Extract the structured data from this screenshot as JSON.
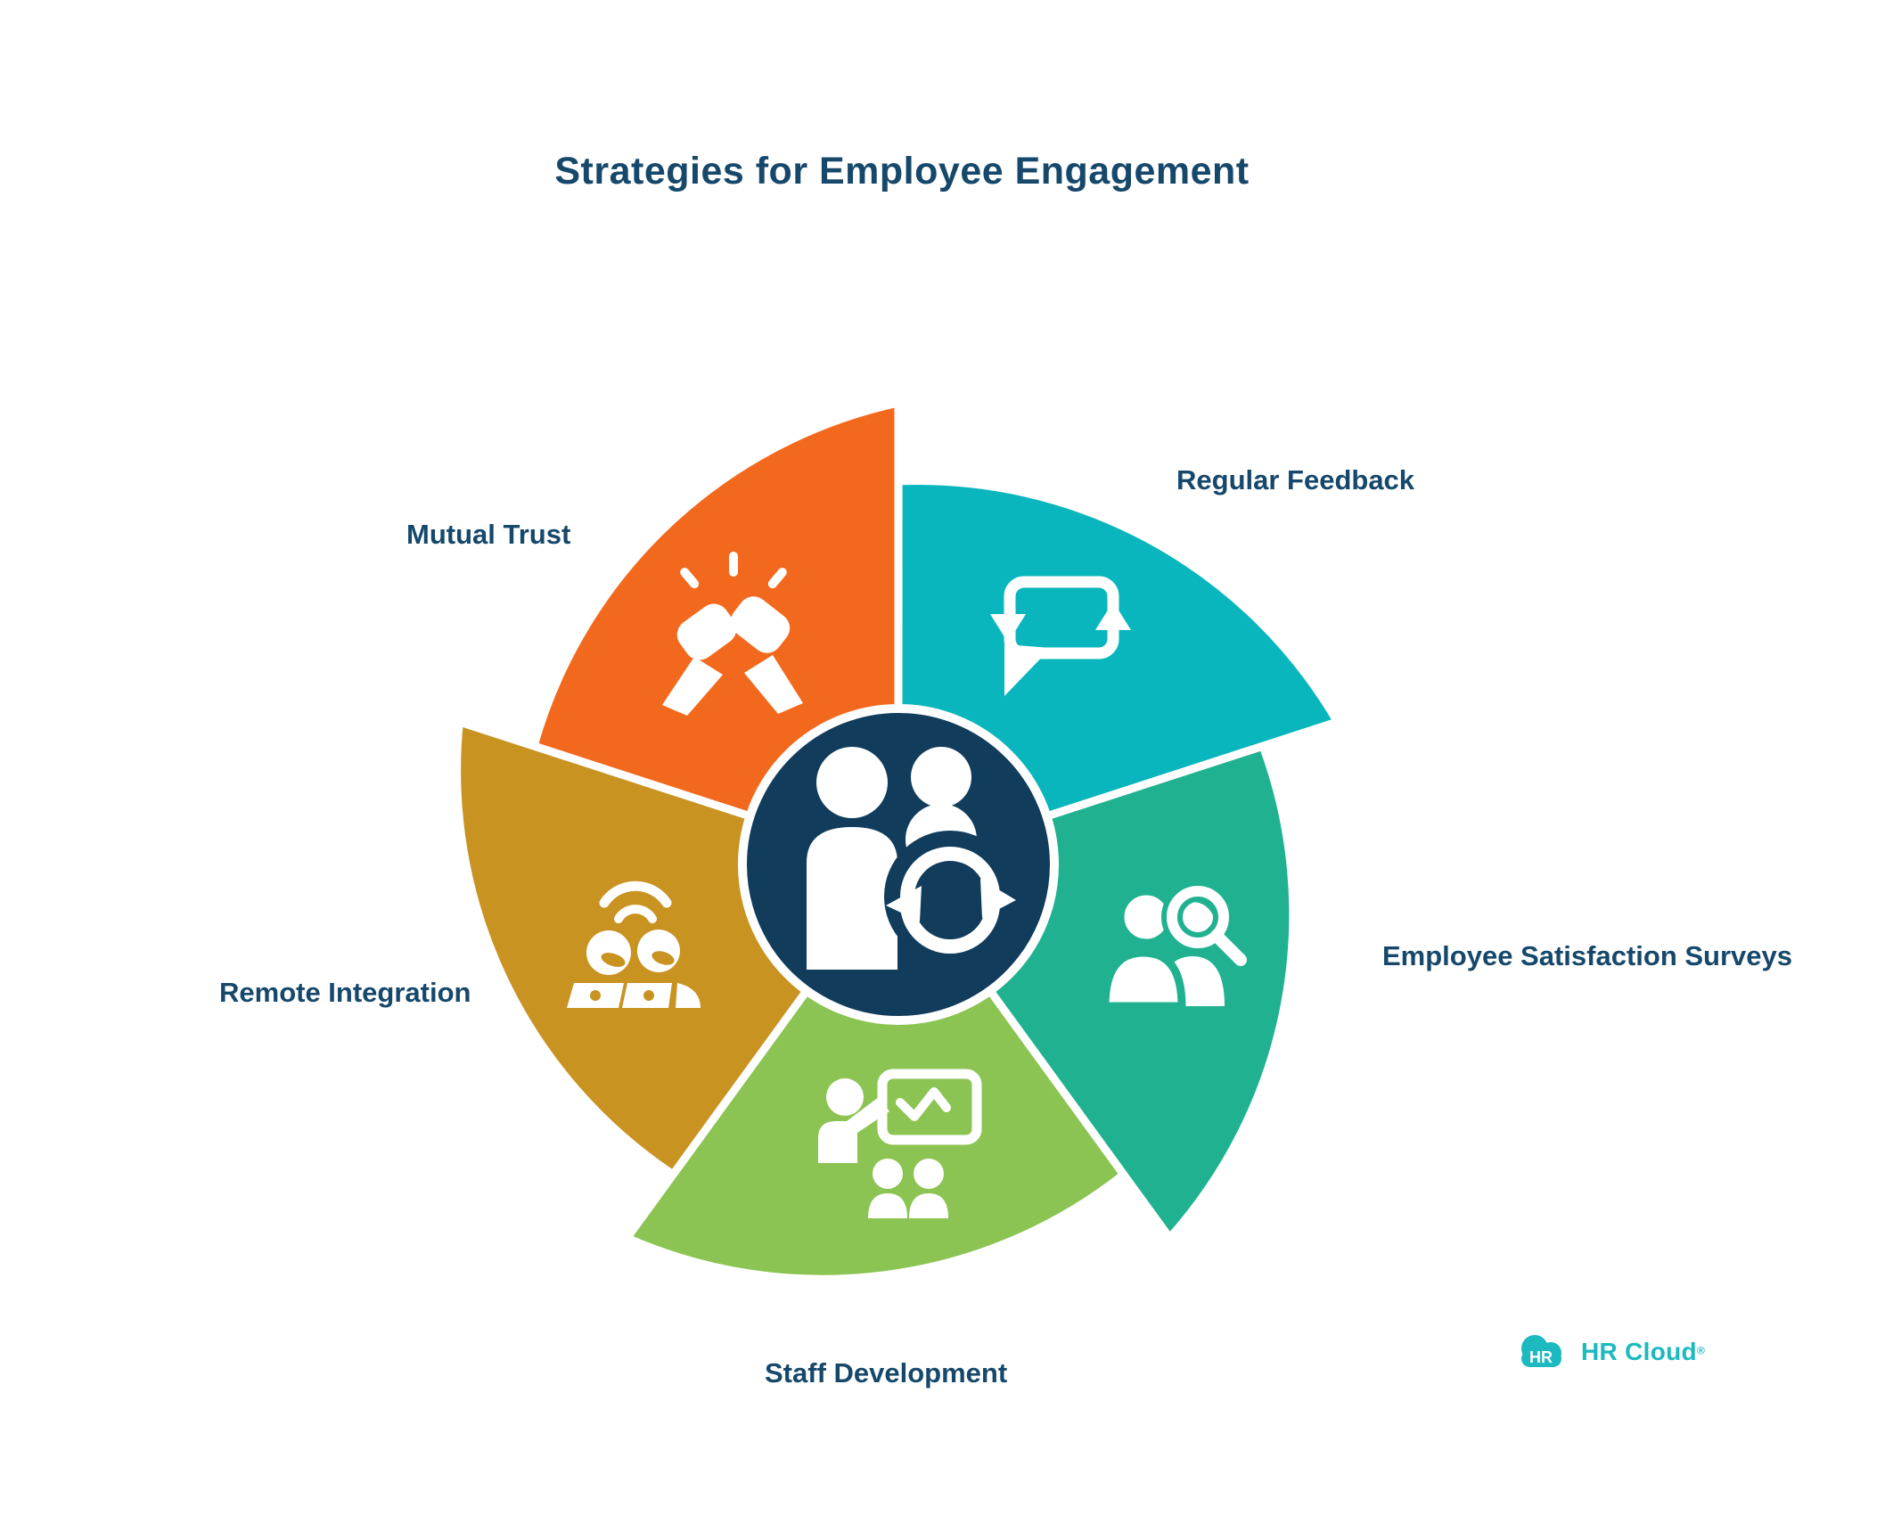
{
  "page": {
    "title": "Strategies for Employee Engagement",
    "background": "#ffffff"
  },
  "palette": {
    "navy": "#113C5C",
    "text_navy": "#16486B",
    "white": "#ffffff",
    "brand_teal": "#1CB9BE"
  },
  "center": {
    "color": "#113C5C",
    "icon": "people-sync"
  },
  "segments": [
    {
      "label": "Mutual Trust",
      "color": "#F2691E",
      "icon": "fist-bump"
    },
    {
      "label": "Regular Feedback",
      "color": "#0AB6BD",
      "icon": "feedback-loop"
    },
    {
      "label": "Employee Satisfaction Surveys",
      "color": "#20B290",
      "icon": "person-magnifier"
    },
    {
      "label": "Staff Development",
      "color": "#8BC453",
      "icon": "presenter-board"
    },
    {
      "label": "Remote Integration",
      "color": "#C99322",
      "icon": "remote-workers"
    }
  ],
  "brand": {
    "badge": "HR",
    "name": "HR Cloud",
    "registered": "®"
  }
}
